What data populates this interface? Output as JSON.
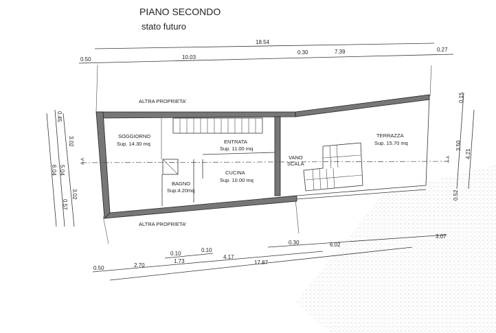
{
  "title": "PIANO SECONDO",
  "subtitle": "stato futuro",
  "neighbors": {
    "top": "ALTRA PROPRIETA'",
    "bottom": "ALTRA PROPRIETA'"
  },
  "section_marker": "A-A",
  "rooms": [
    {
      "name": "SOGGIORNO",
      "area": "Sup. 14.30 mq"
    },
    {
      "name": "ENTRATA",
      "area": "Sup. 11.00 mq"
    },
    {
      "name": "CUCINA",
      "area": "Sup. 10.00 mq"
    },
    {
      "name": "BAGNO",
      "area": "Sup.4.20mq"
    },
    {
      "name": "VANO",
      "area": "SCALA"
    },
    {
      "name": "TERRAZZA",
      "area": "Sup. 15.70 mq"
    }
  ],
  "dims_top": [
    "18.54",
    "0.50",
    "10.03",
    "0.30",
    "7.39",
    "0.27"
  ],
  "dims_left": [
    "0.45",
    "3.02",
    "5.04",
    "6.04",
    "0.57",
    "3.02"
  ],
  "dims_right": [
    "0.15",
    "3.50",
    "4.21",
    "0.52"
  ],
  "dims_bottom": [
    "0.50",
    "2.70",
    "0.10",
    "1.73",
    "0.10",
    "4.17",
    "17.87",
    "0.30",
    "6.02",
    "3.07"
  ]
}
